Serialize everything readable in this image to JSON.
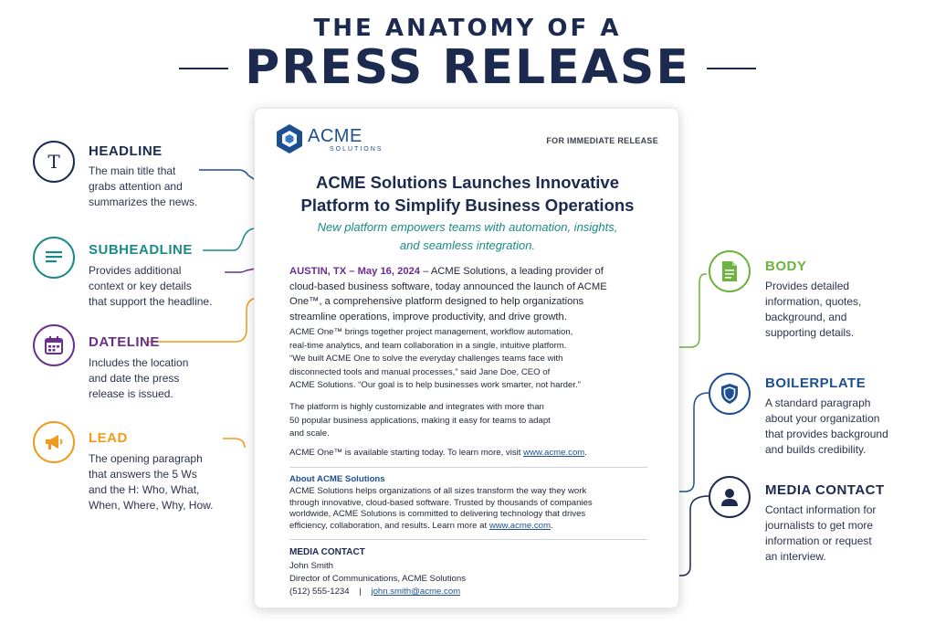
{
  "title": {
    "top": "THE ANATOMY OF A",
    "main": "PRESS RELEASE"
  },
  "colors": {
    "navy": "#1b2a4e",
    "teal": "#1b8a86",
    "purple": "#6b2e8c",
    "orange": "#f29a1d",
    "green": "#6cb33f",
    "blue": "#1d4f91"
  },
  "left": [
    {
      "icon": "headline-t-icon",
      "title": "HEADLINE",
      "desc": [
        "The main title that",
        "grabs attention and",
        "summarizes the news."
      ]
    },
    {
      "icon": "text-lines-icon",
      "title": "SUBHEADLINE",
      "desc": [
        "Provides additional",
        "context or key details",
        "that support the headline."
      ]
    },
    {
      "icon": "calendar-icon",
      "title": "DATELINE",
      "desc": [
        "Includes the location",
        "and date the press",
        "release is issued."
      ]
    },
    {
      "icon": "megaphone-icon",
      "title": "LEAD",
      "desc": [
        "The opening paragraph",
        "that answers the 5 Ws",
        "and the H: Who, What,",
        "When, Where, Why, How."
      ]
    }
  ],
  "right": [
    {
      "icon": "document-icon",
      "title": "BODY",
      "desc": [
        "Provides detailed",
        "information, quotes,",
        "background, and",
        "supporting details."
      ]
    },
    {
      "icon": "shield-icon",
      "title": "BOILERPLATE",
      "desc": [
        "A standard paragraph",
        "about your organization",
        "that provides background",
        "and builds credibility."
      ]
    },
    {
      "icon": "person-icon",
      "title": "MEDIA CONTACT",
      "desc": [
        "Contact information for",
        "journalists to get more",
        "information or request",
        "an interview."
      ]
    }
  ],
  "doc": {
    "logo_name": "ACME",
    "logo_sub": "SOLUTIONS",
    "release_tag": "FOR IMMEDIATE RELEASE",
    "headline": [
      "ACME Solutions Launches Innovative",
      "Platform to Simplify Business Operations"
    ],
    "subheadline": [
      "New platform empowers teams with automation, insights,",
      "and seamless integration."
    ],
    "dateline": "AUSTIN, TX – May 16, 2024",
    "lead": [
      " – ACME Solutions, a leading provider of",
      "cloud-based business software, today announced the launch of ACME",
      "One™, a comprehensive platform designed to help organizations",
      "streamline operations, improve productivity, and drive growth."
    ],
    "body1": [
      "ACME One™ brings together project management, workflow automation,",
      "real-time analytics, and team collaboration in a single, intuitive platform.",
      "“We built ACME One to solve the everyday challenges teams face with",
      "disconnected tools and manual processes,” said Jane Doe, CEO of",
      "ACME Solutions. “Our goal is to help businesses work smarter, not harder.”"
    ],
    "body2": [
      "The platform is highly customizable and integrates with more than",
      "50 popular business applications, making it easy for teams to adapt",
      "and scale."
    ],
    "body3_text": "ACME One™ is available starting today. To learn more, visit ",
    "body3_link": "www.acme.com",
    "body3_end": ".",
    "about_title": "About ACME Solutions",
    "about": [
      "ACME Solutions helps organizations of all sizes transform the way they work",
      "through innovative, cloud-based software. Trusted by thousands of companies",
      "worldwide, ACME Solutions is committed to delivering technology that drives"
    ],
    "about_last_text": "efficiency, collaboration, and results. Learn more at ",
    "about_link": "www.acme.com",
    "about_end": ".",
    "media_title": "MEDIA CONTACT",
    "media_name": "John Smith",
    "media_role": "Director of Communications, ACME Solutions",
    "media_phone": "(512) 555-1234",
    "media_sep": "|",
    "media_email": "john.smith@acme.com"
  }
}
